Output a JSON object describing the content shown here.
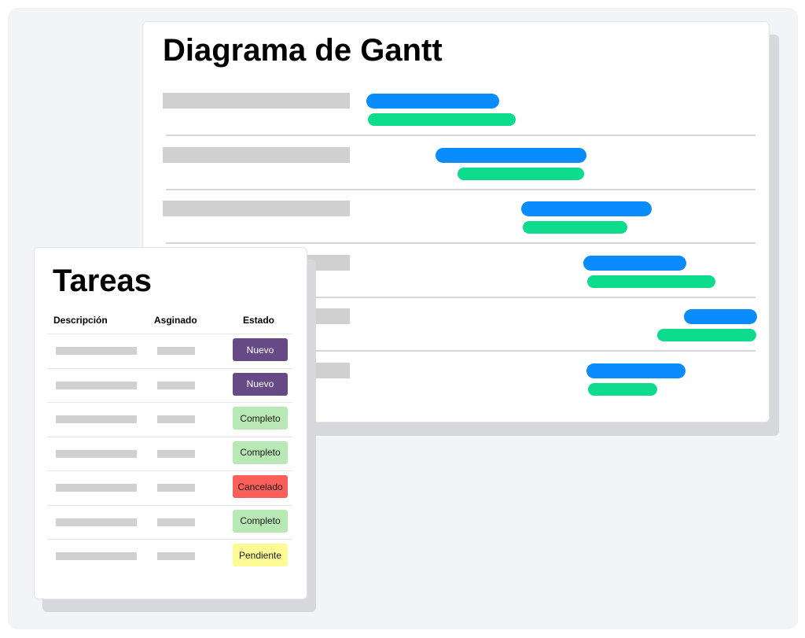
{
  "gantt": {
    "title": "Diagrama de Gantt",
    "colors": {
      "plan": "#0a8cff",
      "actual": "#0ddc8c",
      "label_placeholder": "#d0d0d0"
    },
    "rows": [
      {
        "plan": [
          0.0,
          0.341
        ],
        "actual": [
          0.004,
          0.383
        ]
      },
      {
        "plan": [
          0.178,
          0.564
        ],
        "actual": [
          0.233,
          0.558
        ]
      },
      {
        "plan": [
          0.397,
          0.731
        ],
        "actual": [
          0.401,
          0.669
        ]
      },
      {
        "plan": [
          0.556,
          0.818
        ],
        "actual": [
          0.566,
          0.893
        ]
      },
      {
        "plan": [
          0.812,
          1.0
        ],
        "actual": [
          0.745,
          0.998
        ]
      },
      {
        "plan": [
          0.564,
          0.816
        ],
        "actual": [
          0.568,
          0.744
        ]
      }
    ]
  },
  "tasks": {
    "title": "Tareas",
    "columns": {
      "description": "Descripción",
      "assigned": "Asginado",
      "status": "Estado"
    },
    "rows": [
      {
        "status": "Nuevo",
        "bg": "#664a85",
        "fg": "#ffffff"
      },
      {
        "status": "Nuevo",
        "bg": "#664a85",
        "fg": "#ffffff"
      },
      {
        "status": "Completo",
        "bg": "#b8e8b4",
        "fg": "#1a1a1a"
      },
      {
        "status": "Completo",
        "bg": "#b8e8b4",
        "fg": "#1a1a1a"
      },
      {
        "status": "Cancelado",
        "bg": "#fa5f5a",
        "fg": "#1a1a1a"
      },
      {
        "status": "Completo",
        "bg": "#b8e8b4",
        "fg": "#1a1a1a"
      },
      {
        "status": "Pendiente",
        "bg": "#fdfb96",
        "fg": "#1a1a1a"
      }
    ]
  }
}
